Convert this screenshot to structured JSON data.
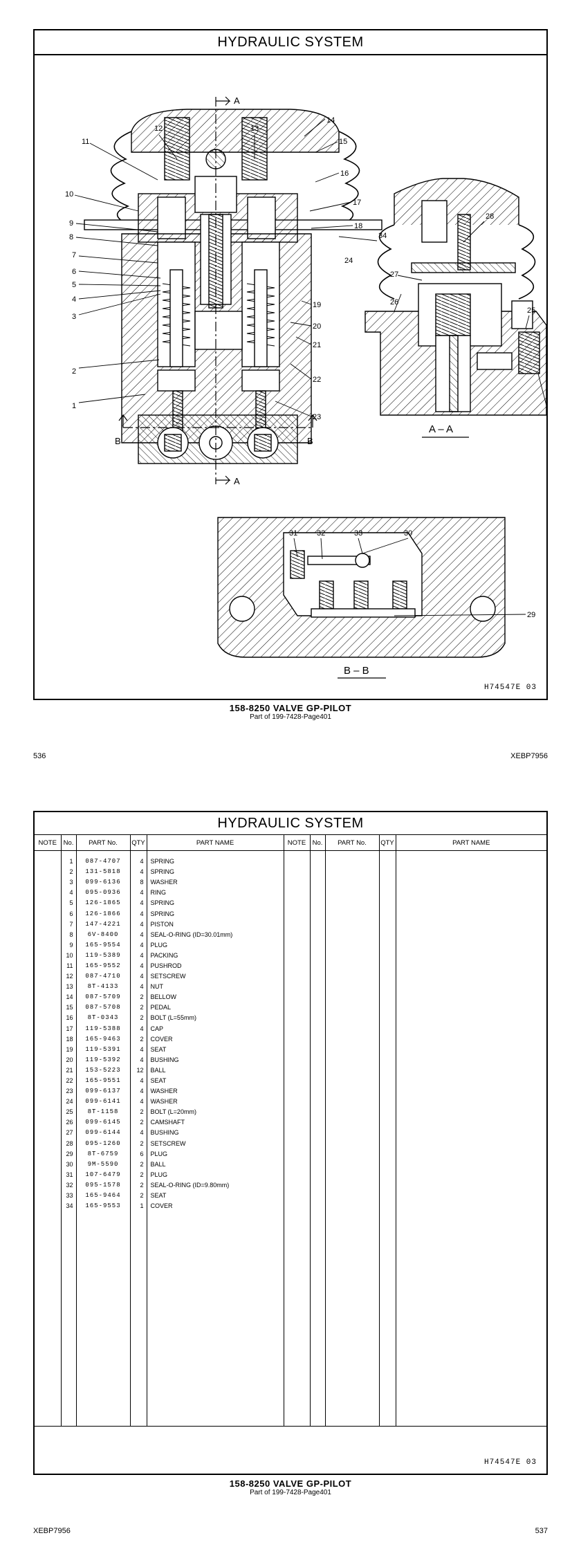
{
  "page1": {
    "title": "HYDRAULIC  SYSTEM",
    "figure_code": "H74547E    03",
    "caption_main": "158-8250  VALVE  GP-PILOT",
    "caption_sub": "Part of 199-7428-Page401",
    "page_number": "536",
    "book_code": "XEBP7956",
    "callouts": [
      "1",
      "2",
      "3",
      "4",
      "5",
      "6",
      "7",
      "8",
      "9",
      "10",
      "11",
      "12",
      "13",
      "14",
      "15",
      "16",
      "17",
      "18",
      "19",
      "20",
      "21",
      "22",
      "23",
      "24",
      "25",
      "26",
      "27",
      "28",
      "29",
      "29",
      "30",
      "31",
      "32",
      "33",
      "34"
    ],
    "section_marks": {
      "a": "A",
      "b": "B"
    },
    "section_labels": {
      "aa": "A – A",
      "bb": "B – B"
    }
  },
  "page2": {
    "title": "HYDRAULIC  SYSTEM",
    "figure_code": "H74547E    03",
    "caption_main": "158-8250  VALVE  GP-PILOT",
    "caption_sub": "Part of 199-7428-Page401",
    "page_number": "537",
    "book_code": "XEBP7956",
    "headers": [
      "NOTE",
      "No.",
      "PART No.",
      "QTY",
      "PART NAME",
      "NOTE",
      "No.",
      "PART No.",
      "QTY",
      "PART NAME"
    ],
    "rows": [
      {
        "no": "1",
        "part": "087-4707",
        "qty": "4",
        "name": "SPRING"
      },
      {
        "no": "2",
        "part": "131-5818",
        "qty": "4",
        "name": "SPRING"
      },
      {
        "no": "3",
        "part": "099-6136",
        "qty": "8",
        "name": "WASHER"
      },
      {
        "no": "4",
        "part": "095-0936",
        "qty": "4",
        "name": "RING"
      },
      {
        "no": "5",
        "part": "126-1865",
        "qty": "4",
        "name": "SPRING"
      },
      {
        "no": "6",
        "part": "126-1866",
        "qty": "4",
        "name": "SPRING"
      },
      {
        "no": "7",
        "part": "147-4221",
        "qty": "4",
        "name": "PISTON"
      },
      {
        "no": "8",
        "part": "6V-8400",
        "qty": "4",
        "name": "SEAL-O-RING (ID=30.01mm)"
      },
      {
        "no": "9",
        "part": "165-9554",
        "qty": "4",
        "name": "PLUG"
      },
      {
        "no": "10",
        "part": "119-5389",
        "qty": "4",
        "name": "PACKING"
      },
      {
        "no": "11",
        "part": "165-9552",
        "qty": "4",
        "name": "PUSHROD"
      },
      {
        "no": "12",
        "part": "087-4710",
        "qty": "4",
        "name": "SETSCREW"
      },
      {
        "no": "13",
        "part": "8T-4133",
        "qty": "4",
        "name": "NUT"
      },
      {
        "no": "14",
        "part": "087-5709",
        "qty": "2",
        "name": "BELLOW"
      },
      {
        "no": "15",
        "part": "087-5708",
        "qty": "2",
        "name": "PEDAL"
      },
      {
        "no": "16",
        "part": "8T-0343",
        "qty": "2",
        "name": "BOLT (L=55mm)"
      },
      {
        "no": "17",
        "part": "119-5388",
        "qty": "4",
        "name": "CAP"
      },
      {
        "no": "18",
        "part": "165-9463",
        "qty": "2",
        "name": "COVER"
      },
      {
        "no": "19",
        "part": "119-5391",
        "qty": "4",
        "name": "SEAT"
      },
      {
        "no": "20",
        "part": "119-5392",
        "qty": "4",
        "name": "BUSHING"
      },
      {
        "no": "21",
        "part": "153-5223",
        "qty": "12",
        "name": "BALL"
      },
      {
        "no": "22",
        "part": "165-9551",
        "qty": "4",
        "name": "SEAT"
      },
      {
        "no": "23",
        "part": "099-6137",
        "qty": "4",
        "name": "WASHER"
      },
      {
        "no": "24",
        "part": "099-6141",
        "qty": "4",
        "name": "WASHER"
      },
      {
        "no": "25",
        "part": "8T-1158",
        "qty": "2",
        "name": "BOLT (L=20mm)"
      },
      {
        "no": "26",
        "part": "099-6145",
        "qty": "2",
        "name": "CAMSHAFT"
      },
      {
        "no": "27",
        "part": "099-6144",
        "qty": "4",
        "name": "BUSHING"
      },
      {
        "no": "28",
        "part": "095-1260",
        "qty": "2",
        "name": "SETSCREW"
      },
      {
        "no": "29",
        "part": "8T-6759",
        "qty": "6",
        "name": "PLUG"
      },
      {
        "no": "30",
        "part": "9M-5590",
        "qty": "2",
        "name": "BALL"
      },
      {
        "no": "31",
        "part": "107-6479",
        "qty": "2",
        "name": "PLUG"
      },
      {
        "no": "32",
        "part": "095-1578",
        "qty": "2",
        "name": "SEAL-O-RING (ID=9.80mm)"
      },
      {
        "no": "33",
        "part": "165-9464",
        "qty": "2",
        "name": "SEAT"
      },
      {
        "no": "34",
        "part": "165-9553",
        "qty": "1",
        "name": "COVER"
      }
    ]
  }
}
